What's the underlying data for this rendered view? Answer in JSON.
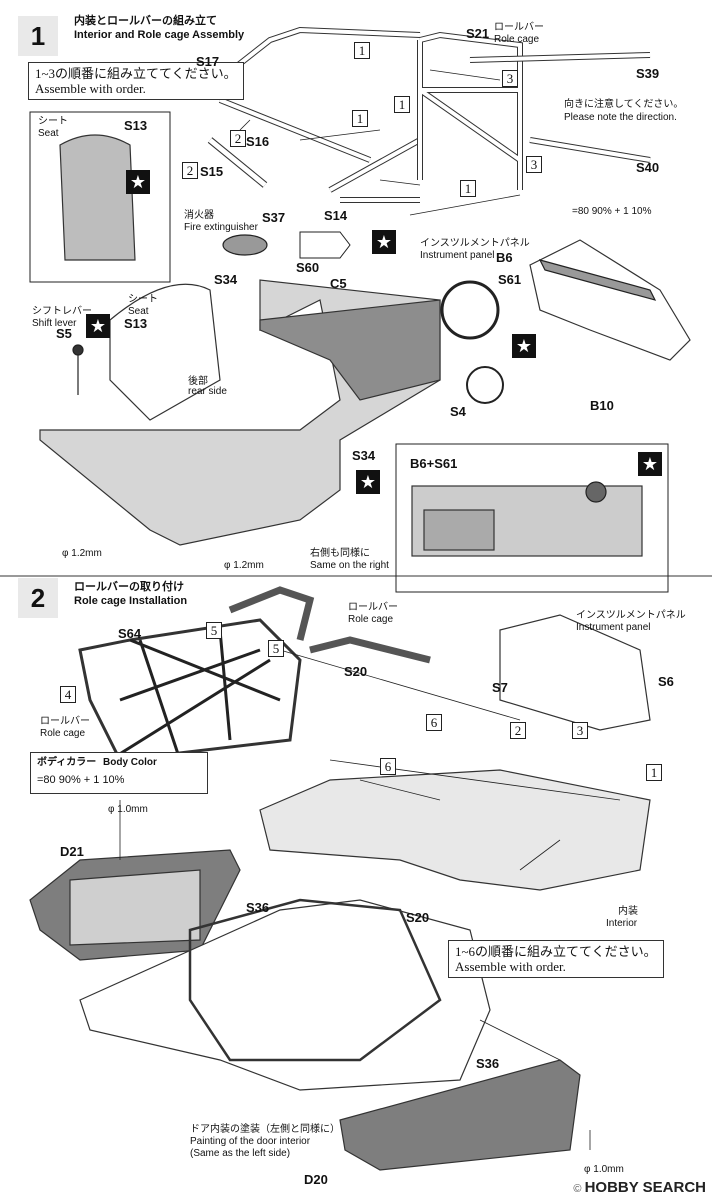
{
  "step1": {
    "number": "1",
    "title_ja": "内装とロールバーの組み立て",
    "title_en": "Interior and Role cage Assembly",
    "note_ja": "1~3の順番に組み立ててください。",
    "note_en": "Assemble with order.",
    "direction_ja": "向きに注意してください。",
    "direction_en": "Please note the direction.",
    "paint_mix": "=80 90% + 1 10%"
  },
  "step2": {
    "number": "2",
    "title_ja": "ロールバーの取り付け",
    "title_en": "Role cage Installation",
    "note_ja": "1~6の順番に組み立ててください。",
    "note_en": "Assemble with order.",
    "body_color_ja": "ボディカラー",
    "body_color_en": "Body Color",
    "paint_mix": "=80 90% + 1 10%",
    "door_note_ja": "ドア内装の塗装（左側と同様に）",
    "door_note_en1": "Painting of the door interior",
    "door_note_en2": "(Same as the left side)"
  },
  "labels": {
    "seat_ja": "シート",
    "seat_en": "Seat",
    "rollbar_ja": "ロールバー",
    "rollbar_en": "Role cage",
    "extinguisher_ja": "消火器",
    "extinguisher_en": "Fire extinguisher",
    "instrument_ja": "インスツルメントパネル",
    "instrument_en": "Instrument panel",
    "shift_ja": "シフトレバー",
    "shift_en": "Shift lever",
    "rear_ja": "後部",
    "rear_en": "rear side",
    "same_right_ja": "右側も同様に",
    "same_right_en": "Same on the right",
    "interior_ja": "内装",
    "interior_en": "Interior",
    "drill1": "φ 1.2mm",
    "drill2": "φ 1.2mm",
    "drill3": "φ 1.0mm",
    "drill4": "φ 1.0mm",
    "dash_combo": "B6+S61"
  },
  "parts": {
    "s17": "S17",
    "s21": "S21",
    "s39": "S39",
    "s13": "S13",
    "s16": "S16",
    "s15": "S15",
    "s14": "S14",
    "s40": "S40",
    "s37": "S37",
    "s60": "S60",
    "c5": "C5",
    "b6": "B6",
    "s61": "S61",
    "s34a": "S34",
    "s34b": "S34",
    "s5": "S5",
    "s13b": "S13",
    "s4": "S4",
    "b10": "B10",
    "s64": "S64",
    "s20a": "S20",
    "s7": "S7",
    "s6": "S6",
    "d21": "D21",
    "s36a": "S36",
    "s20b": "S20",
    "s36b": "S36",
    "d20": "D20"
  },
  "watermark": {
    "brand": "HOBBY SEARCH",
    "copy": "© "
  }
}
